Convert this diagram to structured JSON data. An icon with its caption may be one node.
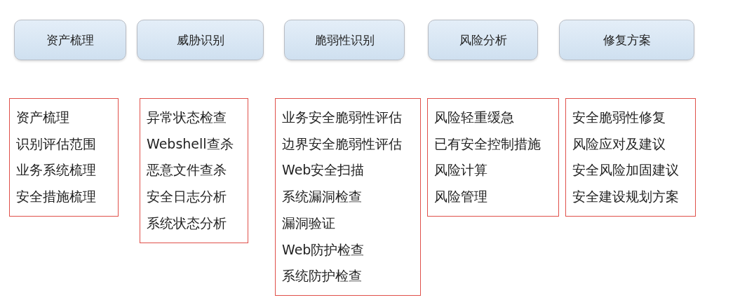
{
  "diagram": {
    "nodes": [
      {
        "text": [
          "资产梳理"
        ]
      },
      {
        "text": [
          "威胁识别"
        ]
      },
      {
        "text": [
          "脆弱性识别"
        ]
      },
      {
        "text": [
          "风险分析"
        ]
      },
      {
        "text": [
          "修复方案"
        ]
      },
      {
        "text": [
          "资产梳理",
          "识别评估范围",
          "业务系统梳理",
          "安全措施梳理"
        ]
      },
      {
        "text": [
          "异常状态检查",
          "Webshell查杀",
          "恶意文件查杀",
          "安全日志分析",
          "系统状态分析"
        ]
      },
      {
        "text": [
          "业务安全脆弱性评估",
          "边界安全脆弱性评估",
          "Web安全扫描",
          "系统漏洞检查",
          "漏洞验证",
          "Web防护检查",
          "系统防护检查"
        ]
      },
      {
        "text": [
          "风险轻重缓急",
          "已有安全控制措施",
          "风险计算",
          "风险管理"
        ]
      },
      {
        "text": [
          "安全脆弱性修复",
          "风险应对及建议",
          "安全风险加固建议",
          "安全建设规划方案"
        ]
      }
    ]
  }
}
